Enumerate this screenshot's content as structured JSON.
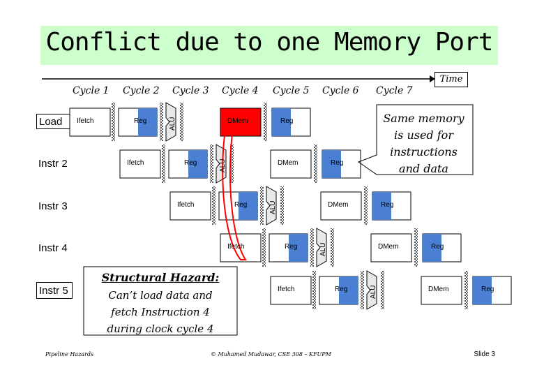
{
  "title": "Conflict due to one Memory Port",
  "time_label": "Time",
  "cycles": [
    "Cycle 1",
    "Cycle 2",
    "Cycle 3",
    "Cycle 4",
    "Cycle 5",
    "Cycle 6",
    "Cycle 7"
  ],
  "instructions": [
    "Load",
    "Instr 2",
    "Instr 3",
    "Instr 4",
    "Instr 5"
  ],
  "stages": {
    "ifetch": "Ifetch",
    "reg": "Reg",
    "alu": "ALU",
    "dmem": "DMem"
  },
  "note_lines": [
    "Same memory",
    "is used for",
    "instructions",
    "and data"
  ],
  "hazard": {
    "title": "Structural Hazard:",
    "lines": [
      "Can’t load data and",
      "fetch Instruction 4",
      "during clock cycle 4"
    ]
  },
  "footer": {
    "left": "Pipeline Hazards",
    "center": "© Muhamed Mudawar, CSE 308 – KFUPM",
    "right": "Slide 3"
  },
  "colors": {
    "title_band": "#ccffcc",
    "reg_shade": "#4a7fd4",
    "dmem_conflict": "#ff0000",
    "stage_grey": "#e8e8e8"
  }
}
